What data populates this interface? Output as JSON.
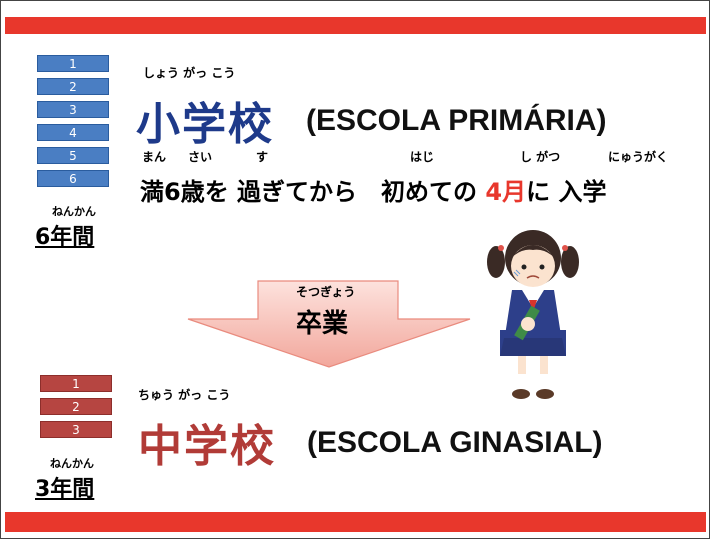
{
  "primary": {
    "years_blocks": [
      "1",
      "2",
      "3",
      "4",
      "5",
      "6"
    ],
    "ruby": "しょう がっ こう",
    "name_jp": "小学校",
    "name_pt": "(ESCOLA PRIMÁRIA)",
    "duration_ruby": "ねんかん",
    "duration": "6年間",
    "sentence": {
      "ruby_man": "まん",
      "ruby_sai": "さい",
      "ruby_su": "す",
      "ruby_haji": "はじ",
      "ruby_gatsu": "し がつ",
      "ruby_nyugaku": "にゅうがく",
      "part1": "満6歳を 過ぎてから　初めての ",
      "part_red": "4月",
      "part2": "に 入学"
    }
  },
  "graduation": {
    "ruby": "そつぎょう",
    "label": "卒業"
  },
  "middle": {
    "years_blocks": [
      "1",
      "2",
      "3"
    ],
    "ruby": "ちゅう がっ こう",
    "name_jp": "中学校",
    "name_pt": "(ESCOLA GINASIAL)",
    "duration_ruby": "ねんかん",
    "duration": "3年間"
  },
  "colors": {
    "accent_bar": "#e8372c",
    "primary_block": "#4a7ec3",
    "primary_title": "#1e3a8a",
    "middle_block": "#b64541",
    "middle_title": "#b13b37"
  }
}
